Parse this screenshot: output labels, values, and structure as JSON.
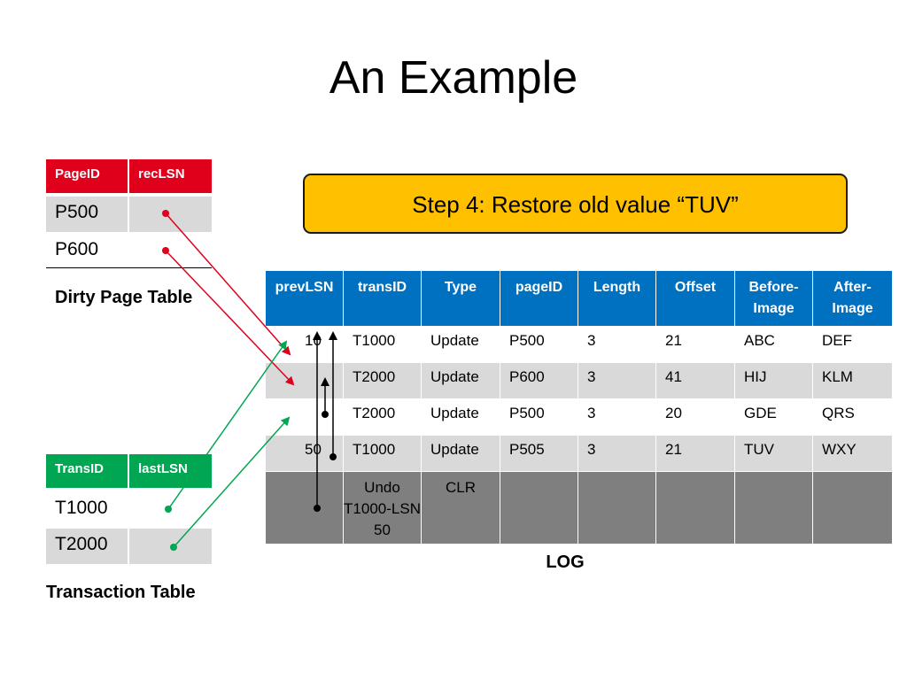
{
  "title": "An Example",
  "dirty_page_table": {
    "headers": [
      "PageID",
      "recLSN"
    ],
    "rows": [
      [
        "P500",
        ""
      ],
      [
        "P600",
        ""
      ]
    ],
    "caption": "Dirty Page Table"
  },
  "transaction_table": {
    "headers": [
      "TransID",
      "lastLSN"
    ],
    "rows": [
      [
        "T1000",
        ""
      ],
      [
        "T2000",
        ""
      ]
    ],
    "caption": "Transaction Table"
  },
  "step_text": "Step 4: Restore old value “TUV”",
  "log": {
    "headers": [
      "prevLSN",
      "transID",
      "Type",
      "pageID",
      "Length",
      "Offset",
      "Before-Image",
      "After-Image"
    ],
    "rows": [
      [
        "10",
        "T1000",
        "Update",
        "P500",
        "3",
        "21",
        "ABC",
        "DEF"
      ],
      [
        "",
        "T2000",
        "Update",
        "P600",
        "3",
        "41",
        "HIJ",
        "KLM"
      ],
      [
        "",
        "T2000",
        "Update",
        "P500",
        "3",
        "20",
        "GDE",
        "QRS"
      ],
      [
        "50",
        "T1000",
        "Update",
        "P505",
        "3",
        "21",
        "TUV",
        "WXY"
      ],
      [
        "",
        "Undo T1000-LSN 50",
        "CLR",
        "",
        "",
        "",
        "",
        ""
      ]
    ],
    "caption": "LOG"
  },
  "colors": {
    "red": "#e0001b",
    "green": "#00a651",
    "blue": "#0070c0",
    "step_box": "#ffc000"
  }
}
